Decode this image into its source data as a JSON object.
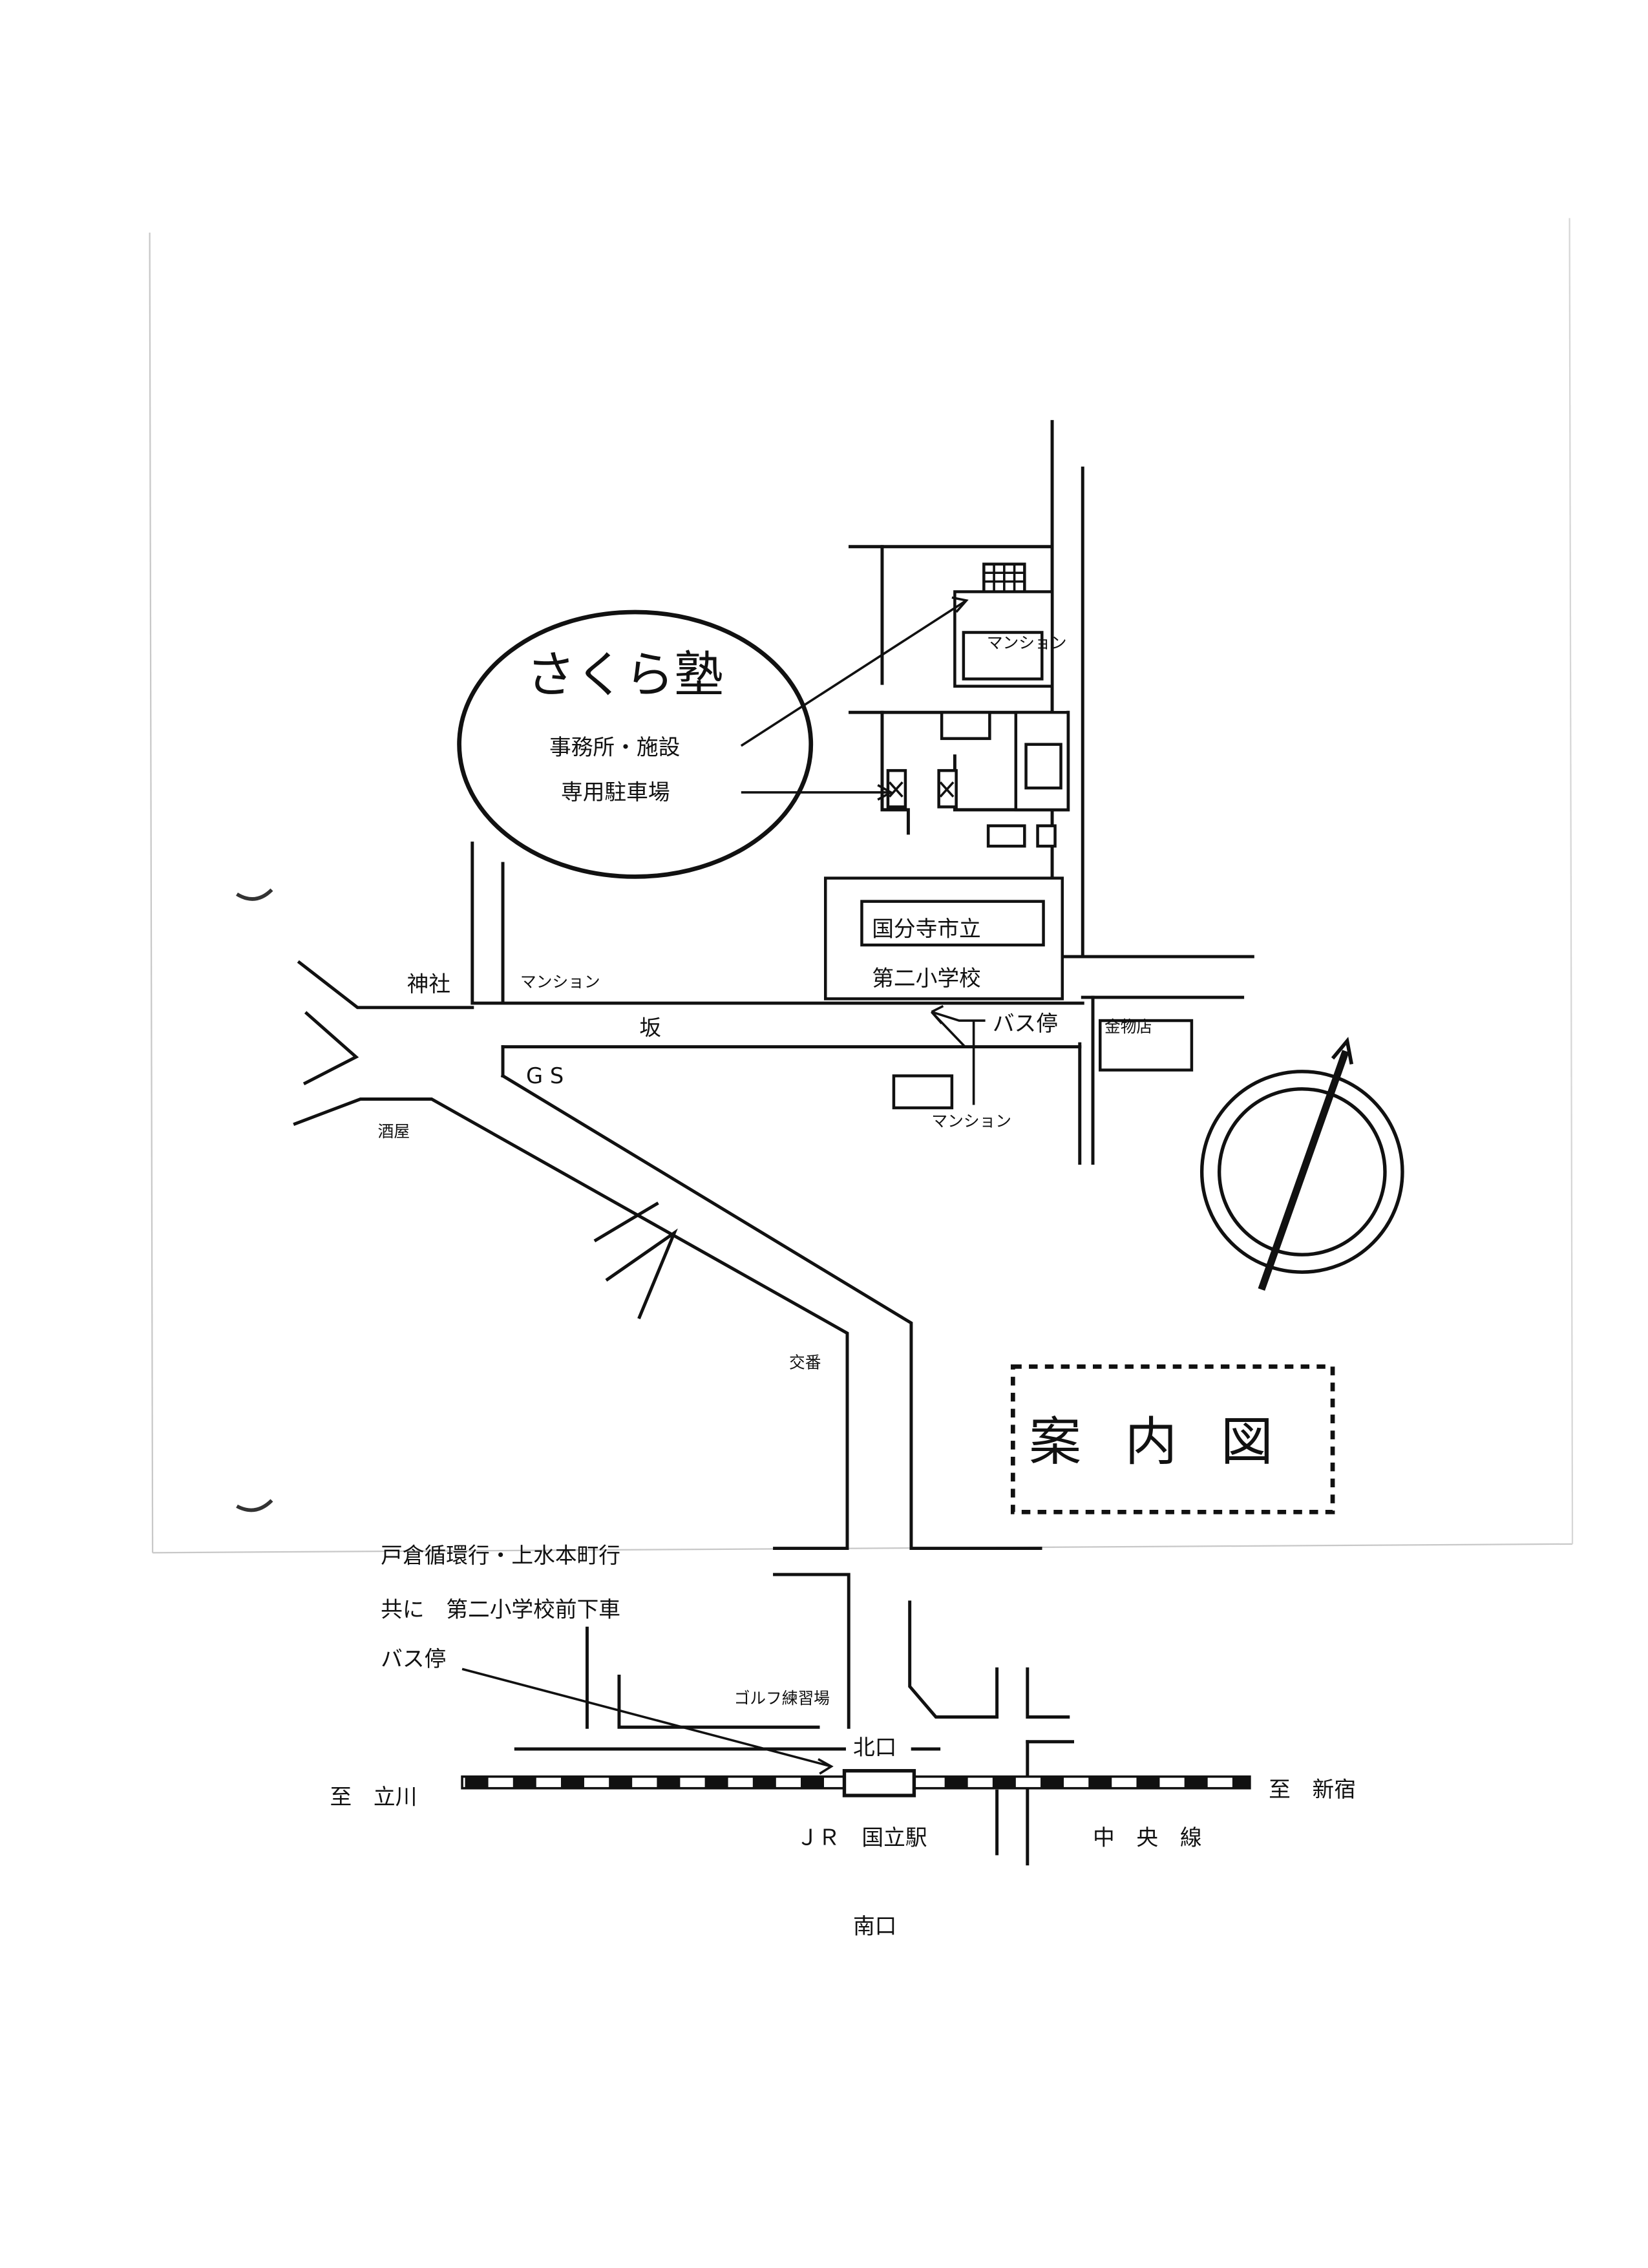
{
  "title": "案内図",
  "office": {
    "name": "さくら塾",
    "line1": "事務所・施設",
    "line2": "専用駐車場"
  },
  "labels": {
    "mansion_top": "マンション",
    "mansion_left": "マンション",
    "mansion_bottom": "マンション",
    "shrine": "神社",
    "slope": "坂",
    "gas_station": "G S",
    "liquor": "酒屋",
    "hardware": "金物店",
    "koban": "交番",
    "school_line1": "国分寺市立",
    "school_line2": "第二小学校",
    "bus_stop_top": "バス停",
    "golf": "ゴルフ練習場",
    "north_exit": "北口",
    "south_exit": "南口",
    "to_tachikawa": "至　立川",
    "to_shinjuku": "至　新宿",
    "station": "ＪＲ　国立駅",
    "chuo_line": "中　央　線"
  },
  "bus_note": {
    "line1": "戸倉循環行・上水本町行",
    "line2": "共に　第二小学校前下車",
    "line3": "バス停"
  }
}
